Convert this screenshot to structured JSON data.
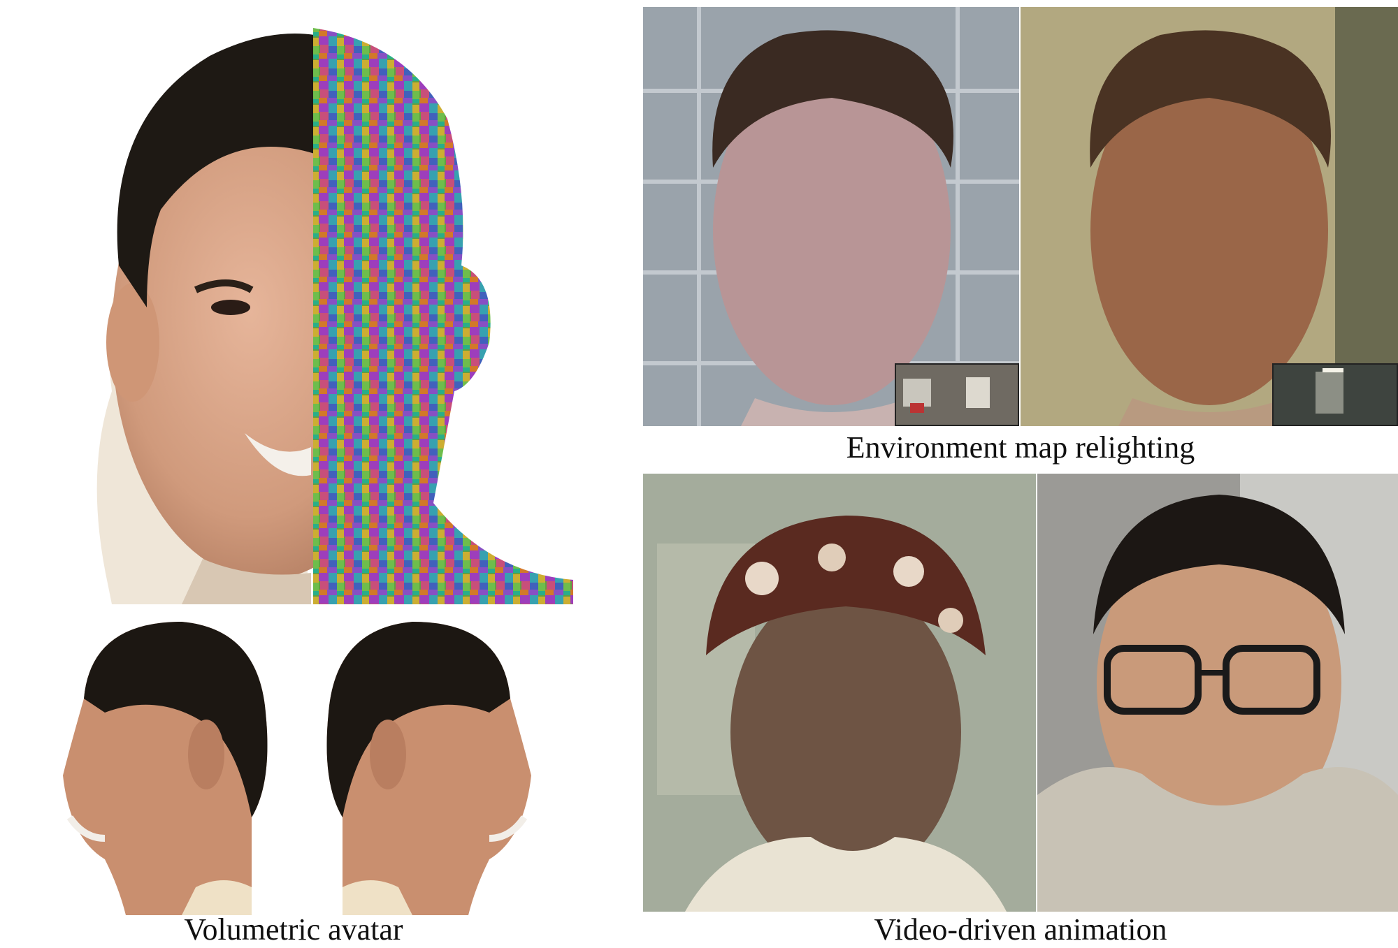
{
  "figure": {
    "captions": {
      "volumetric": "Volumetric avatar",
      "relighting": "Environment map relighting",
      "animation": "Video-driven animation"
    }
  }
}
